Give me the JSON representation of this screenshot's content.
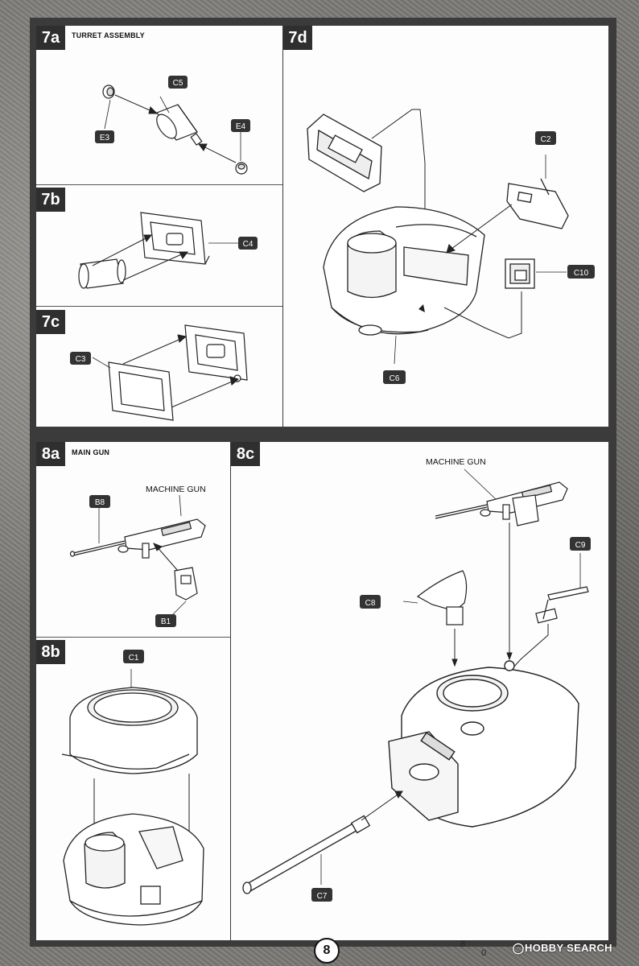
{
  "steps": {
    "s7a": {
      "id": "7a",
      "title": "TURRET ASSEMBLY",
      "parts": [
        "C5",
        "E3",
        "E4"
      ]
    },
    "s7b": {
      "id": "7b",
      "parts": [
        "C4"
      ]
    },
    "s7c": {
      "id": "7c",
      "parts": [
        "C3"
      ]
    },
    "s7d": {
      "id": "7d",
      "parts": [
        "C2",
        "C10",
        "C6"
      ]
    },
    "s8a": {
      "id": "8a",
      "title": "MAIN GUN",
      "note": "MACHINE GUN",
      "parts": [
        "B8",
        "B1"
      ]
    },
    "s8b": {
      "id": "8b",
      "parts": [
        "C1"
      ]
    },
    "s8c": {
      "id": "8c",
      "note": "MACHINE GUN",
      "parts": [
        "C9",
        "C8",
        "C7"
      ]
    }
  },
  "footer": {
    "page_number": "8",
    "watermark": "HOBBY SEARCH",
    "watermark_icon": "hobby-search-logo-icon",
    "corner_marks": [
      "8",
      "0"
    ]
  }
}
